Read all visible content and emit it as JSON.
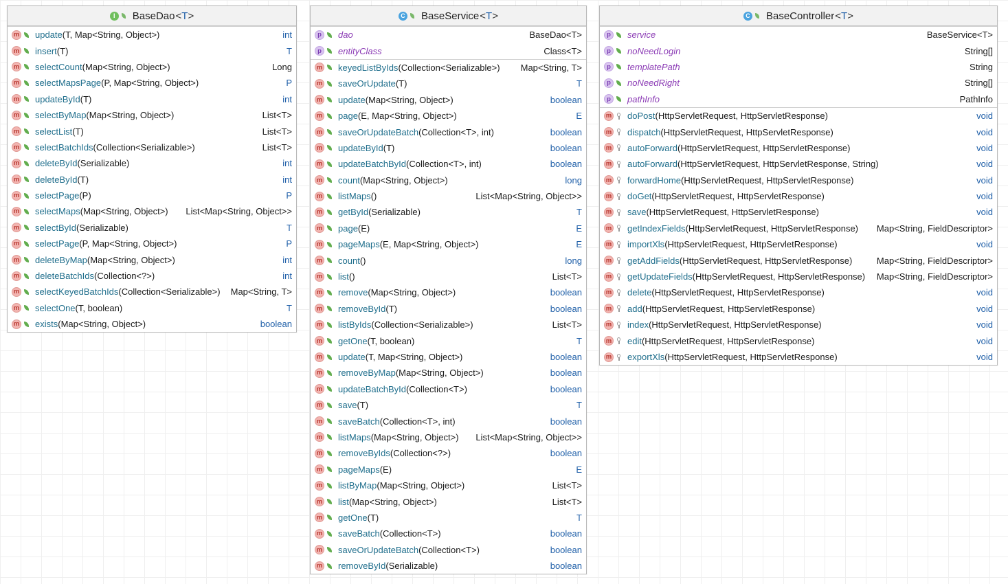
{
  "classes": [
    {
      "name": "BaseDao",
      "generic": "T",
      "kind": "I",
      "fields": [],
      "methods": [
        {
          "name": "update",
          "params": "(T, Map<String, Object>)",
          "ret": "int"
        },
        {
          "name": "insert",
          "params": "(T)",
          "ret": "T"
        },
        {
          "name": "selectCount",
          "params": "(Map<String, Object>)",
          "ret": "Long"
        },
        {
          "name": "selectMapsPage",
          "params": "(P, Map<String, Object>)",
          "ret": "P"
        },
        {
          "name": "updateById",
          "params": "(T)",
          "ret": "int"
        },
        {
          "name": "selectByMap",
          "params": "(Map<String, Object>)",
          "ret": "List<T>"
        },
        {
          "name": "selectList",
          "params": "(T)",
          "ret": "List<T>"
        },
        {
          "name": "selectBatchIds",
          "params": "(Collection<Serializable>)",
          "ret": "List<T>"
        },
        {
          "name": "deleteById",
          "params": "(Serializable)",
          "ret": "int"
        },
        {
          "name": "deleteById",
          "params": "(T)",
          "ret": "int"
        },
        {
          "name": "selectPage",
          "params": "(P)",
          "ret": "P"
        },
        {
          "name": "selectMaps",
          "params": "(Map<String, Object>)",
          "ret": "List<Map<String, Object>>"
        },
        {
          "name": "selectById",
          "params": "(Serializable)",
          "ret": "T"
        },
        {
          "name": "selectPage",
          "params": "(P, Map<String, Object>)",
          "ret": "P"
        },
        {
          "name": "deleteByMap",
          "params": "(Map<String, Object>)",
          "ret": "int"
        },
        {
          "name": "deleteBatchIds",
          "params": "(Collection<?>)",
          "ret": "int"
        },
        {
          "name": "selectKeyedBatchIds",
          "params": "(Collection<Serializable>)",
          "ret": "Map<String, T>"
        },
        {
          "name": "selectOne",
          "params": "(T, boolean)",
          "ret": "T"
        },
        {
          "name": "exists",
          "params": "(Map<String, Object>)",
          "ret": "boolean"
        }
      ]
    },
    {
      "name": "BaseService",
      "generic": "T",
      "kind": "C",
      "fields": [
        {
          "name": "dao",
          "type": "BaseDao<T>"
        },
        {
          "name": "entityClass",
          "type": "Class<T>"
        }
      ],
      "methods": [
        {
          "name": "keyedListByIds",
          "params": "(Collection<Serializable>)",
          "ret": "Map<String, T>"
        },
        {
          "name": "saveOrUpdate",
          "params": "(T)",
          "ret": "T"
        },
        {
          "name": "update",
          "params": "(Map<String, Object>)",
          "ret": "boolean"
        },
        {
          "name": "page",
          "params": "(E, Map<String, Object>)",
          "ret": "E"
        },
        {
          "name": "saveOrUpdateBatch",
          "params": "(Collection<T>, int)",
          "ret": "boolean"
        },
        {
          "name": "updateById",
          "params": "(T)",
          "ret": "boolean"
        },
        {
          "name": "updateBatchById",
          "params": "(Collection<T>, int)",
          "ret": "boolean"
        },
        {
          "name": "count",
          "params": "(Map<String, Object>)",
          "ret": "long"
        },
        {
          "name": "listMaps",
          "params": "()",
          "ret": "List<Map<String, Object>>"
        },
        {
          "name": "getById",
          "params": "(Serializable)",
          "ret": "T"
        },
        {
          "name": "page",
          "params": "(E)",
          "ret": "E"
        },
        {
          "name": "pageMaps",
          "params": "(E, Map<String, Object>)",
          "ret": "E"
        },
        {
          "name": "count",
          "params": "()",
          "ret": "long"
        },
        {
          "name": "list",
          "params": "()",
          "ret": "List<T>"
        },
        {
          "name": "remove",
          "params": "(Map<String, Object>)",
          "ret": "boolean"
        },
        {
          "name": "removeById",
          "params": "(T)",
          "ret": "boolean"
        },
        {
          "name": "listByIds",
          "params": "(Collection<Serializable>)",
          "ret": "List<T>"
        },
        {
          "name": "getOne",
          "params": "(T, boolean)",
          "ret": "T"
        },
        {
          "name": "update",
          "params": "(T, Map<String, Object>)",
          "ret": "boolean"
        },
        {
          "name": "removeByMap",
          "params": "(Map<String, Object>)",
          "ret": "boolean"
        },
        {
          "name": "updateBatchById",
          "params": "(Collection<T>)",
          "ret": "boolean"
        },
        {
          "name": "save",
          "params": "(T)",
          "ret": "T"
        },
        {
          "name": "saveBatch",
          "params": "(Collection<T>, int)",
          "ret": "boolean"
        },
        {
          "name": "listMaps",
          "params": "(Map<String, Object>)",
          "ret": "List<Map<String, Object>>"
        },
        {
          "name": "removeByIds",
          "params": "(Collection<?>)",
          "ret": "boolean"
        },
        {
          "name": "pageMaps",
          "params": "(E)",
          "ret": "E"
        },
        {
          "name": "listByMap",
          "params": "(Map<String, Object>)",
          "ret": "List<T>"
        },
        {
          "name": "list",
          "params": "(Map<String, Object>)",
          "ret": "List<T>"
        },
        {
          "name": "getOne",
          "params": "(T)",
          "ret": "T"
        },
        {
          "name": "saveBatch",
          "params": "(Collection<T>)",
          "ret": "boolean"
        },
        {
          "name": "saveOrUpdateBatch",
          "params": "(Collection<T>)",
          "ret": "boolean"
        },
        {
          "name": "removeById",
          "params": "(Serializable)",
          "ret": "boolean"
        }
      ]
    },
    {
      "name": "BaseController",
      "generic": "T",
      "kind": "C",
      "fields": [
        {
          "name": "service",
          "type": "BaseService<T>"
        },
        {
          "name": "noNeedLogin",
          "type": "String[]"
        },
        {
          "name": "templatePath",
          "type": "String"
        },
        {
          "name": "noNeedRight",
          "type": "String[]"
        },
        {
          "name": "pathInfo",
          "type": "PathInfo"
        }
      ],
      "methods": [
        {
          "name": "doPost",
          "params": "(HttpServletRequest, HttpServletResponse)",
          "ret": "void"
        },
        {
          "name": "dispatch",
          "params": "(HttpServletRequest, HttpServletResponse)",
          "ret": "void"
        },
        {
          "name": "autoForward",
          "params": "(HttpServletRequest, HttpServletResponse)",
          "ret": "void"
        },
        {
          "name": "autoForward",
          "params": "(HttpServletRequest, HttpServletResponse, String)",
          "ret": "void"
        },
        {
          "name": "forwardHome",
          "params": "(HttpServletRequest, HttpServletResponse)",
          "ret": "void"
        },
        {
          "name": "doGet",
          "params": "(HttpServletRequest, HttpServletResponse)",
          "ret": "void"
        },
        {
          "name": "save",
          "params": "(HttpServletRequest, HttpServletResponse)",
          "ret": "void"
        },
        {
          "name": "getIndexFields",
          "params": "(HttpServletRequest, HttpServletResponse)",
          "ret": "Map<String, FieldDescriptor>"
        },
        {
          "name": "importXls",
          "params": "(HttpServletRequest, HttpServletResponse)",
          "ret": "void"
        },
        {
          "name": "getAddFields",
          "params": "(HttpServletRequest, HttpServletResponse)",
          "ret": "Map<String, FieldDescriptor>"
        },
        {
          "name": "getUpdateFields",
          "params": "(HttpServletRequest, HttpServletResponse)",
          "ret": "Map<String, FieldDescriptor>"
        },
        {
          "name": "delete",
          "params": "(HttpServletRequest, HttpServletResponse)",
          "ret": "void"
        },
        {
          "name": "add",
          "params": "(HttpServletRequest, HttpServletResponse)",
          "ret": "void"
        },
        {
          "name": "index",
          "params": "(HttpServletRequest, HttpServletResponse)",
          "ret": "void"
        },
        {
          "name": "edit",
          "params": "(HttpServletRequest, HttpServletResponse)",
          "ret": "void"
        },
        {
          "name": "exportXls",
          "params": "(HttpServletRequest, HttpServletResponse)",
          "ret": "void"
        }
      ]
    }
  ]
}
